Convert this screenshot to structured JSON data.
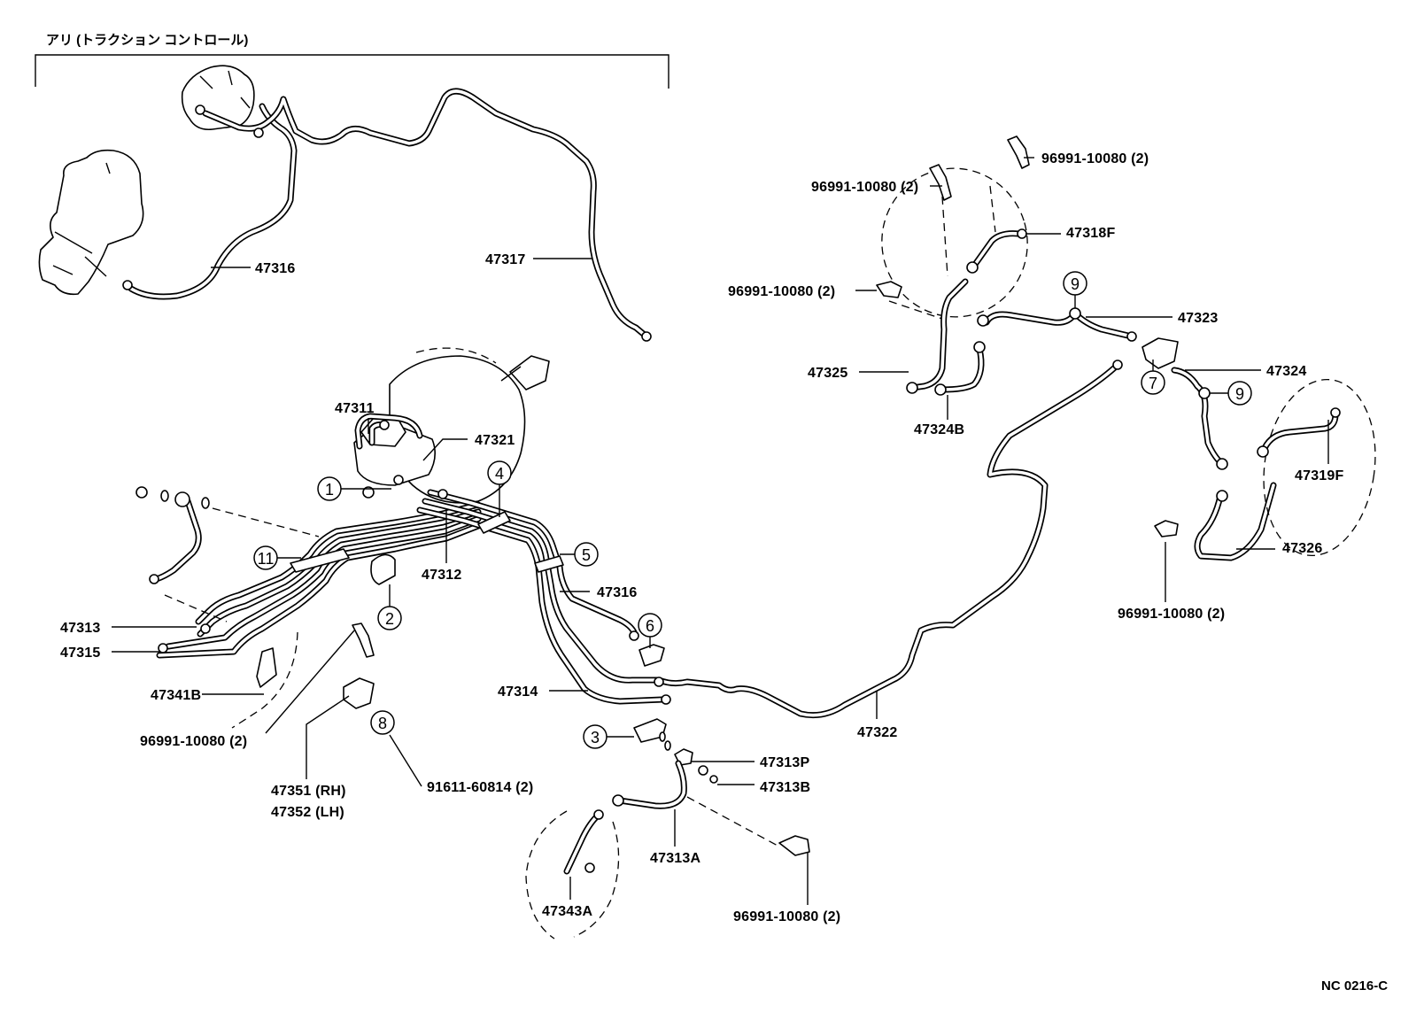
{
  "header": {
    "note": "アリ (トラクション コントロール)"
  },
  "parts": {
    "p47316_top": "47316",
    "p47317": "47317",
    "p96991_a": "96991-10080 (2)",
    "p96991_b": "96991-10080 (2)",
    "p47318F": "47318F",
    "p96991_c": "96991-10080 (2)",
    "p47323": "47323",
    "p47325": "47325",
    "p47324": "47324",
    "p47324B": "47324B",
    "p47311": "47311",
    "p47321": "47321",
    "p47319F": "47319F",
    "p47312": "47312",
    "p47316_mid": "47316",
    "p47326": "47326",
    "p96991_d": "96991-10080 (2)",
    "p47313": "47313",
    "p47315": "47315",
    "p47314": "47314",
    "p47341B": "47341B",
    "p47322": "47322",
    "p96991_e": "96991-10080 (2)",
    "p47313P": "47313P",
    "p47313B": "47313B",
    "p47351": "47351 (RH)",
    "p47352": "47352 (LH)",
    "p91611": "91611-60814 (2)",
    "p47313A": "47313A",
    "p47343A": "47343A",
    "p96991_f": "96991-10080 (2)"
  },
  "callouts": {
    "c1": "1",
    "c2": "2",
    "c3": "3",
    "c4": "4",
    "c5": "5",
    "c6": "6",
    "c7": "7",
    "c8": "8",
    "c9a": "9",
    "c9b": "9",
    "c11": "11"
  },
  "figure_code": "NC 0216-C"
}
